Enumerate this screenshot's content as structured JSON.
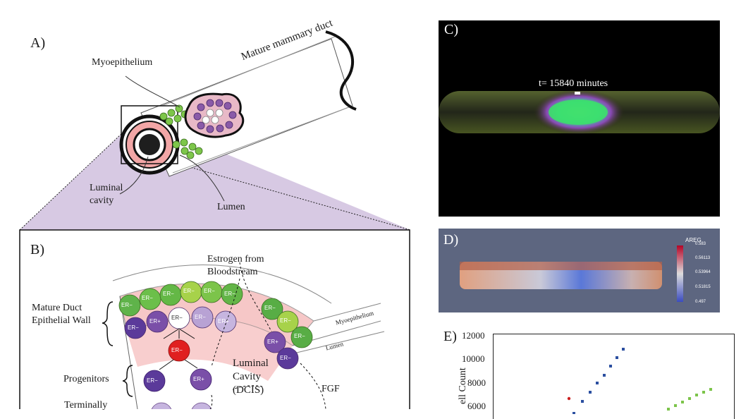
{
  "panels": {
    "a": {
      "letter": "A)",
      "labels": {
        "myoepithelium": "Myoepithelium",
        "mature_duct": "Mature mammary duct",
        "luminal_cavity_1": "Luminal",
        "luminal_cavity_2": "cavity",
        "lumen": "Lumen"
      }
    },
    "b": {
      "letter": "B)",
      "labels": {
        "estrogen_1": "Estrogen from",
        "estrogen_2": "Bloodstream",
        "wall_1": "Mature Duct",
        "wall_2": "Epithelial Wall",
        "progenitors": "Progenitors",
        "terminally": "Terminally",
        "luminal_1": "Luminal",
        "luminal_2": "Cavity",
        "luminal_3": "(DCIS)",
        "fgf": "FGF",
        "myoepithelium": "Myoepithelium",
        "lumen": "Lumen"
      },
      "cell_labels": {
        "er_neg": "ER−",
        "er_pos": "ER+"
      }
    },
    "c": {
      "letter": "C)",
      "time_label": "t= 15840 minutes"
    },
    "d": {
      "letter": "D)",
      "colorbar_title": "AREG",
      "colorbar_ticks": [
        "0.583",
        "0.56113",
        "0.53964",
        "0.51815",
        "0.497"
      ]
    },
    "e": {
      "letter": "E)",
      "ylabel": "ell Count",
      "yticks": [
        "12000",
        "10000",
        "8000",
        "6000"
      ]
    }
  },
  "colors": {
    "wedge_fill": "#d7c9e3",
    "duct_pink": "#f2a6a6",
    "cell_green": "#7dc64a",
    "cell_purple": "#5b3a9a",
    "cell_red": "#e02020",
    "panel_c_bg": "#000000",
    "panel_d_bg": "#5d6680"
  }
}
